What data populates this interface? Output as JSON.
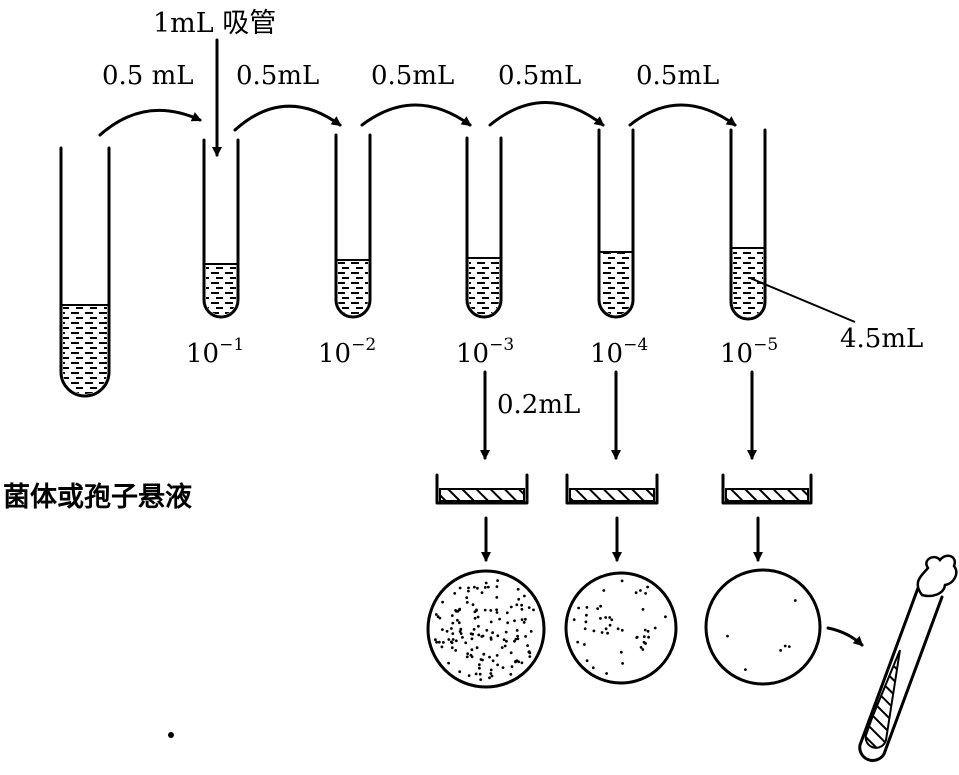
{
  "labels": {
    "pipette": "1mL 吸管",
    "transfer": "0.5 mL",
    "transfer_b": "0.5mL",
    "transfer_c": "0.5mL",
    "transfer_d": "0.5mL",
    "transfer_e": "0.5mL",
    "diluent_volume": "4.5mL",
    "plating_volume": "0.2mL",
    "suspension": "菌体或孢子悬液"
  },
  "dilutions": [
    {
      "base": "10",
      "exp": "−1"
    },
    {
      "base": "10",
      "exp": "−2"
    },
    {
      "base": "10",
      "exp": "−3"
    },
    {
      "base": "10",
      "exp": "−4"
    },
    {
      "base": "10",
      "exp": "−5"
    }
  ],
  "colonies": {
    "dense": 140,
    "medium": 45,
    "sparse": 6
  }
}
